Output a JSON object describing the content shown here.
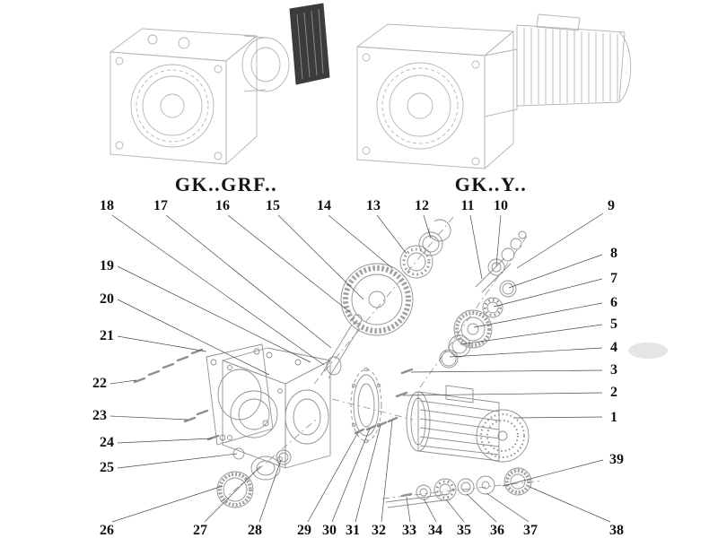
{
  "headers": {
    "left": "GK..GRF..",
    "right": "GK..Y.."
  },
  "callouts": [
    "1",
    "2",
    "3",
    "4",
    "5",
    "6",
    "7",
    "8",
    "9",
    "10",
    "11",
    "12",
    "13",
    "14",
    "15",
    "16",
    "17",
    "18",
    "19",
    "20",
    "21",
    "22",
    "23",
    "24",
    "25",
    "26",
    "27",
    "28",
    "29",
    "30",
    "31",
    "32",
    "33",
    "34",
    "35",
    "36",
    "37",
    "38",
    "39"
  ],
  "colors": {
    "background": "#ffffff",
    "line_light": "#b4b4b4",
    "line_mid": "#8f8f8f",
    "dark_part": "#3c3c3c",
    "leader": "#4a4a4a",
    "text": "#111111"
  }
}
